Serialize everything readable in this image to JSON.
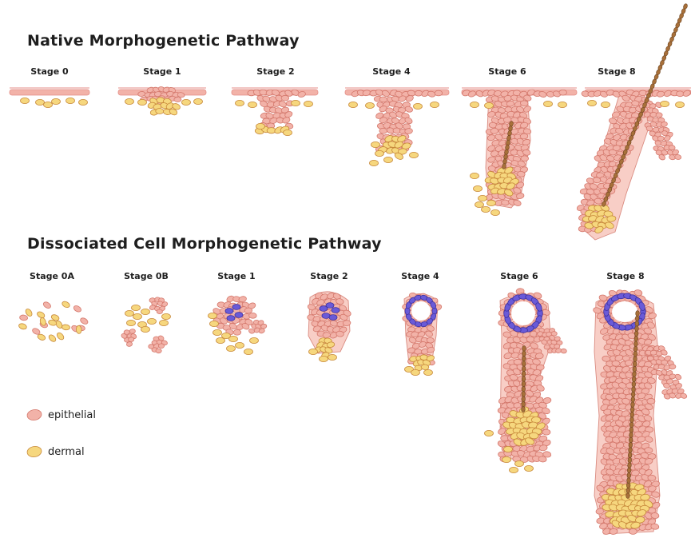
{
  "colors": {
    "epithelial_fill": "#f2b2a8",
    "epithelial_stroke": "#d4786c",
    "dermal_fill": "#f6d77e",
    "dermal_stroke": "#c88a3c",
    "hair_shaft": "#a8703a",
    "lumen_cell": "#6a5ad8",
    "skin_line": "#e48f88"
  },
  "native": {
    "title": "Native Morphogenetic Pathway",
    "stages": [
      "Stage 0",
      "Stage 1",
      "Stage 2",
      "Stage 4",
      "Stage 6",
      "Stage 8"
    ]
  },
  "dissociated": {
    "title": "Dissociated Cell Morphogenetic Pathway",
    "stages": [
      "Stage 0A",
      "Stage 0B",
      "Stage 1",
      "Stage 2",
      "Stage 4",
      "Stage 6",
      "Stage 8"
    ]
  },
  "legend": {
    "items": [
      {
        "label": "epithelial",
        "cell_type": "epithelial"
      },
      {
        "label": "dermal",
        "cell_type": "dermal"
      }
    ]
  }
}
